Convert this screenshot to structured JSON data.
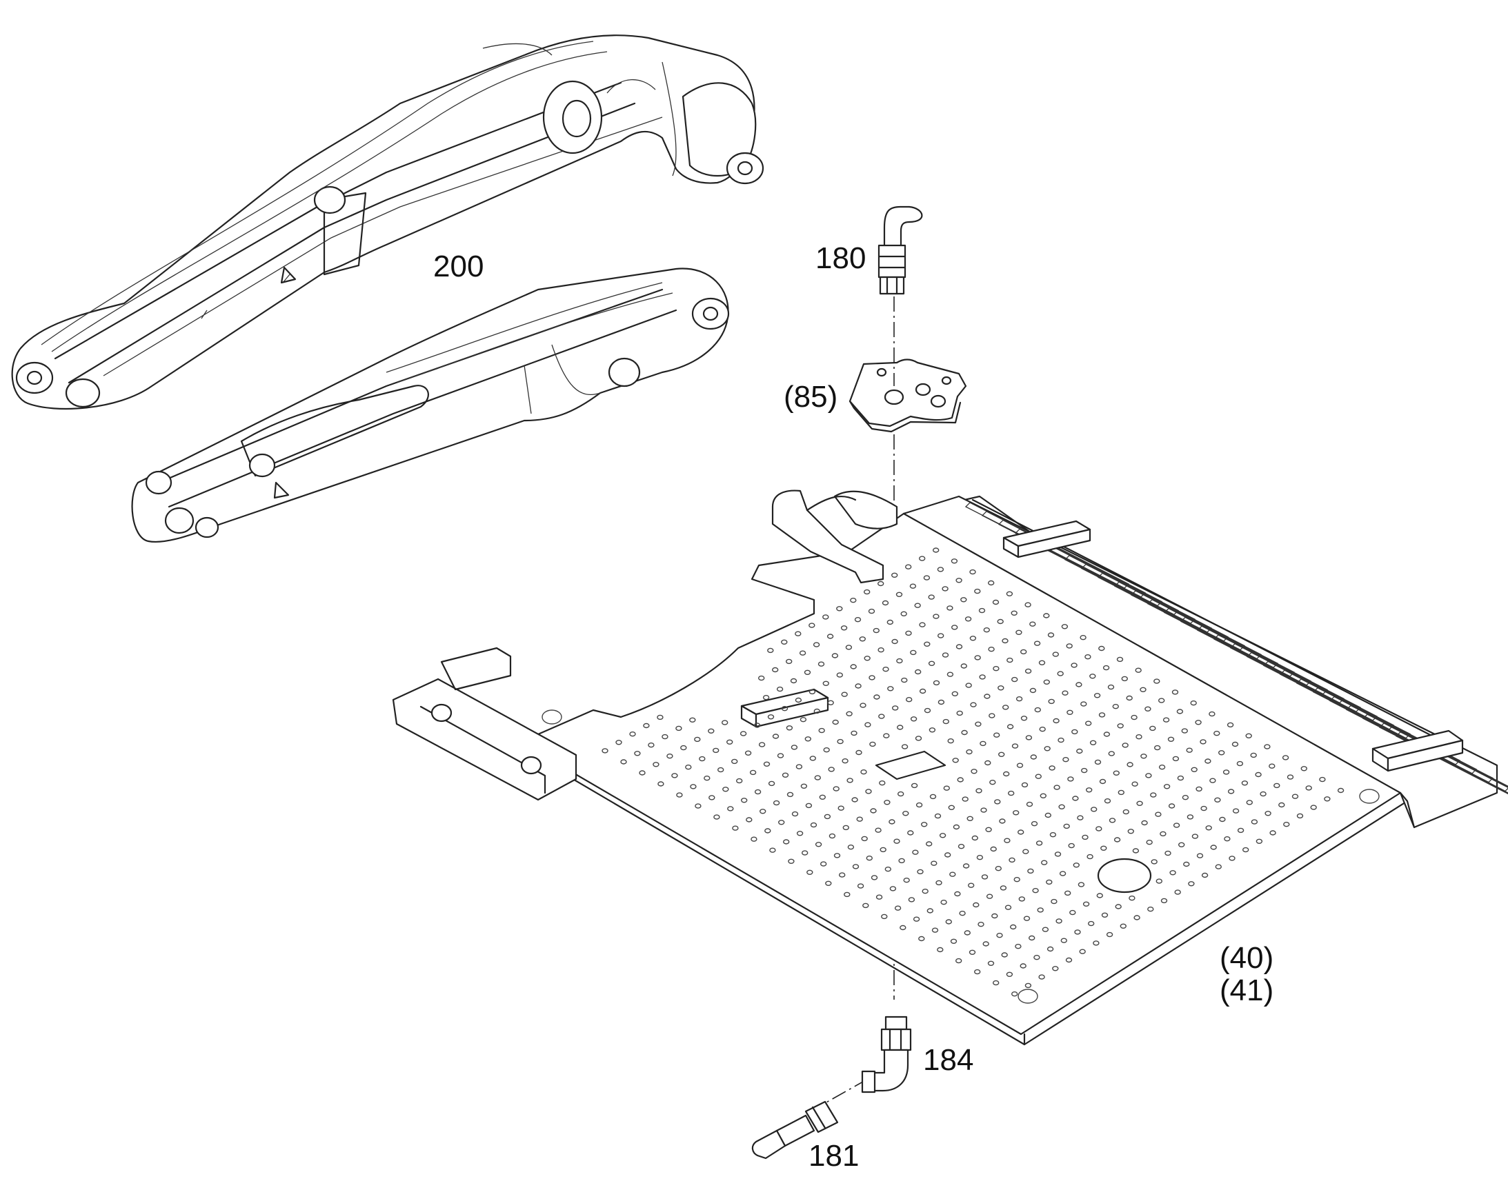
{
  "callouts": {
    "boom": "200",
    "hose": "180",
    "plate": "(85)",
    "floor_a": "(40)",
    "floor_b": "(41)",
    "fitting": "184",
    "nozzle": "181"
  }
}
